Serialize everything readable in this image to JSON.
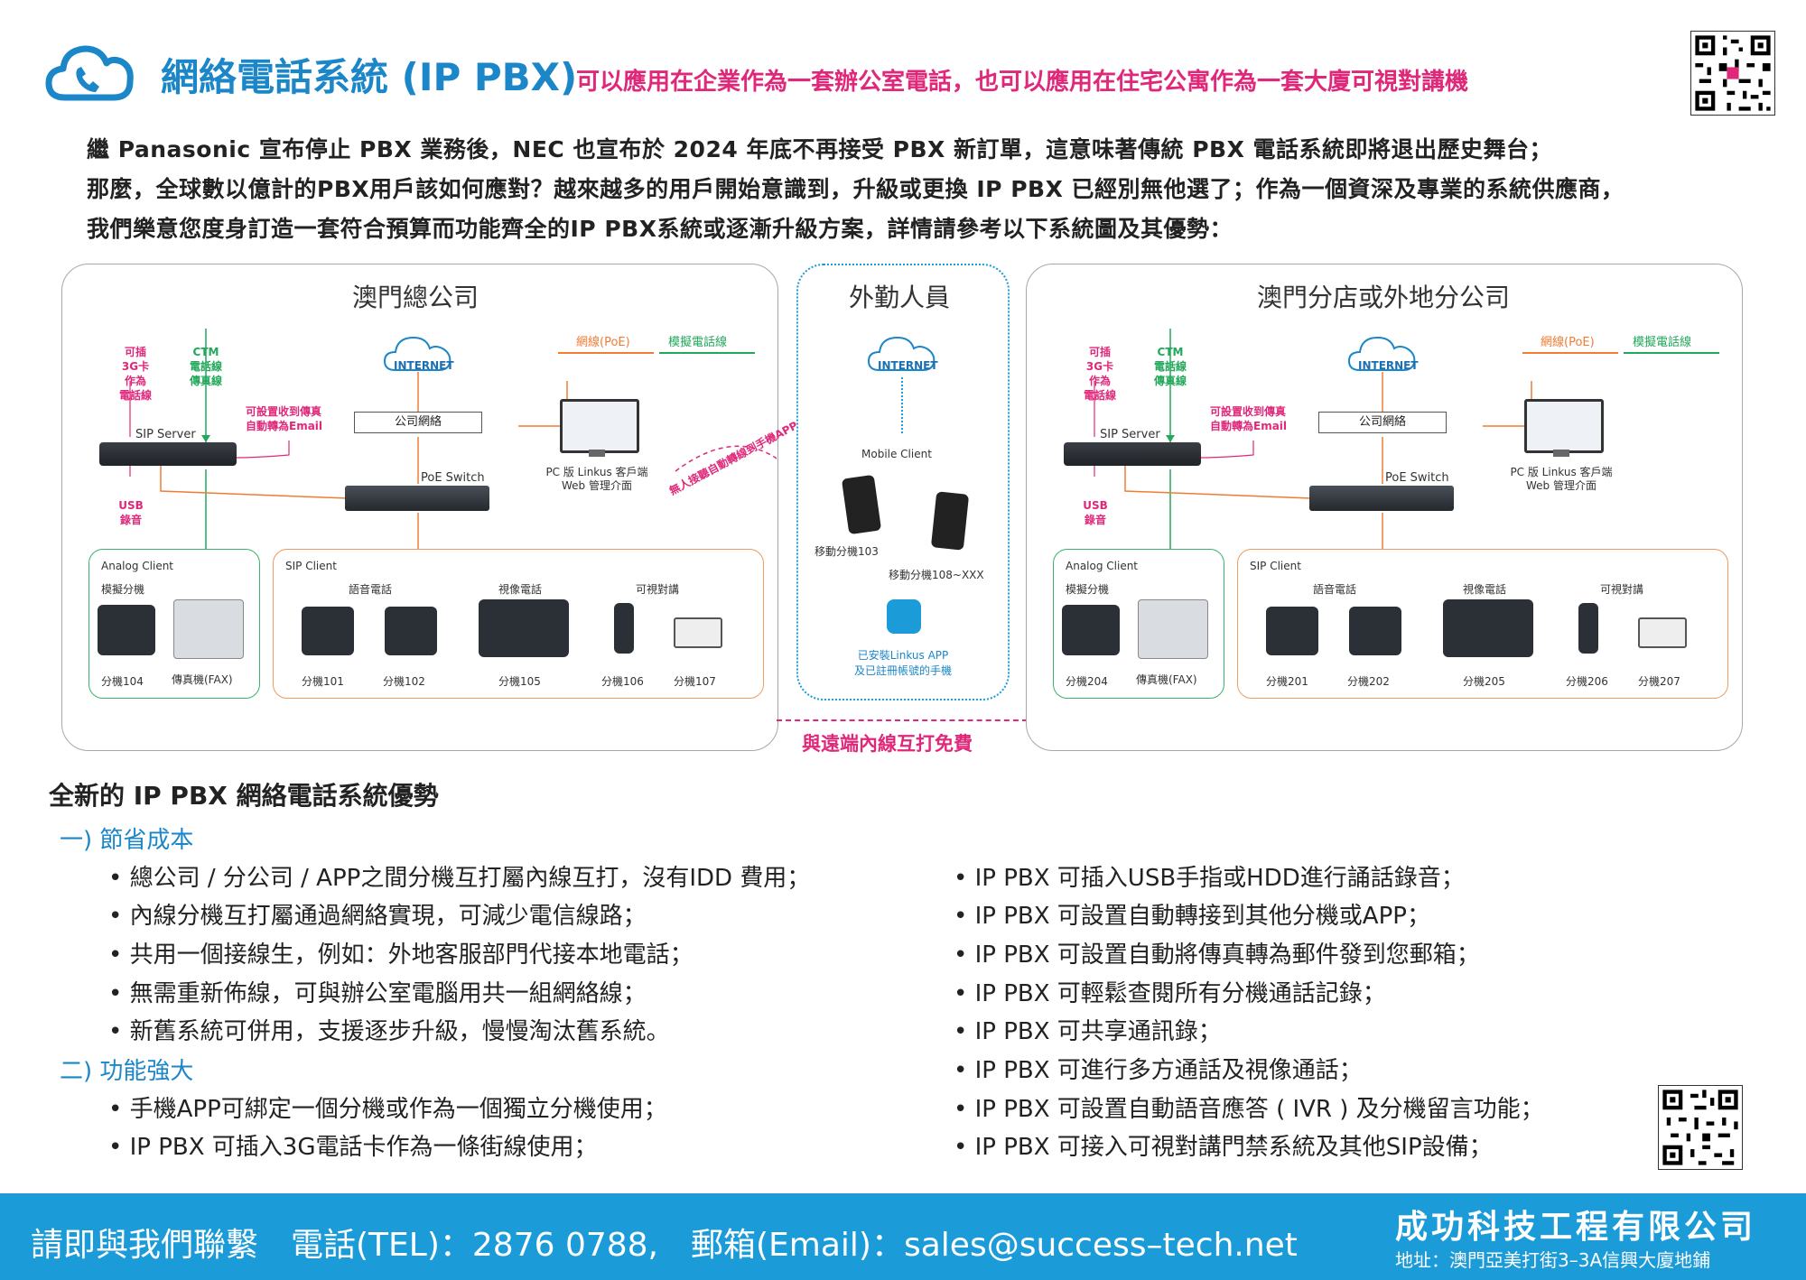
{
  "header": {
    "title": "網絡電話系統 (IP PBX)",
    "subtitle": "可以應用在企業作為一套辦公室電話，也可以應用在住宅公寓作為一套大廈可視對講機"
  },
  "intro": [
    "繼 Panasonic 宣布停止 PBX 業務後，NEC 也宣布於 2024 年底不再接受 PBX 新訂單，這意味著傳統 PBX 電話系統即將退出歷史舞台；",
    "那麼，全球數以億計的PBX用戶該如何應對？越來越多的用戶開始意識到，升級或更換 IP PBX 已經別無他選了；作為一個資深及專業的系統供應商，",
    "我們樂意您度身訂造一套符合預算而功能齊全的IP PBX系統或逐漸升級方案，詳情請參考以下系統圖及其優勢："
  ],
  "diagram": {
    "hq": {
      "title": "澳門總公司",
      "legend_poe": "網線(PoE)",
      "legend_analog": "模擬電話線",
      "sim_note": [
        "可插",
        "3G卡",
        "作為",
        "電話線"
      ],
      "ctm_note": [
        "CTM",
        "電話線",
        "傳真線"
      ],
      "fax_note": [
        "可設置收到傳真",
        "自動轉為Email"
      ],
      "sip_server": "SIP Server",
      "usb_note": [
        "USB",
        "錄音"
      ],
      "internet": "INTERNET",
      "company_network": "公司網絡",
      "poe_switch": "PoE Switch",
      "pc_client": [
        "PC 版 Linkus 客戶端",
        "Web 管理介面"
      ],
      "analog_client": "Analog Client",
      "analog_ext_label": "模擬分機",
      "sip_client": "SIP Client",
      "voice_phone": "語音電話",
      "video_phone": "視像電話",
      "intercom": "可視對講",
      "extensions": {
        "analog": "分機104",
        "fax": "傳真機(FAX)",
        "voice1": "分機101",
        "voice2": "分機102",
        "video": "分機105",
        "intercom1": "分機106",
        "intercom2": "分機107"
      },
      "forward_note": "無人接聽自動轉線到手機APP"
    },
    "mobile": {
      "title": "外勤人員",
      "internet": "INTERNET",
      "mobile_client": "Mobile Client",
      "ext1": "移動分機103",
      "ext2": "移動分機108~XXX",
      "app_note": [
        "已安裝Linkus APP",
        "及已註冊帳號的手機"
      ]
    },
    "branch": {
      "title": "澳門分店或外地分公司",
      "legend_poe": "網線(PoE)",
      "legend_analog": "模擬電話線",
      "sim_note": [
        "可插",
        "3G卡",
        "作為",
        "電話線"
      ],
      "ctm_note": [
        "CTM",
        "電話線",
        "傳真線"
      ],
      "fax_note": [
        "可設置收到傳真",
        "自動轉為Email"
      ],
      "sip_server": "SIP Server",
      "usb_note": [
        "USB",
        "錄音"
      ],
      "internet": "INTERNET",
      "company_network": "公司網絡",
      "poe_switch": "PoE Switch",
      "pc_client": [
        "PC 版 Linkus 客戶端",
        "Web 管理介面"
      ],
      "analog_client": "Analog Client",
      "analog_ext_label": "模擬分機",
      "sip_client": "SIP Client",
      "voice_phone": "語音電話",
      "video_phone": "視像電話",
      "intercom": "可視對講",
      "extensions": {
        "analog": "分機204",
        "fax": "傳真機(FAX)",
        "voice1": "分機201",
        "voice2": "分機202",
        "video": "分機205",
        "intercom1": "分機206",
        "intercom2": "分機207"
      }
    },
    "free_call": "與遠端內線互打免費"
  },
  "advantages": {
    "title": "全新的 IP PBX 網絡電話系統優勢",
    "section1": "一) 節省成本",
    "section1_items": [
      "• 總公司 / 分公司 / APP之間分機互打屬內線互打，沒有IDD 費用；",
      "• 內線分機互打屬通過網絡實現，可減少電信線路；",
      "• 共用一個接線生，例如：外地客服部門代接本地電話；",
      "• 無需重新佈線，可與辦公室電腦用共一組網絡線；",
      "• 新舊系統可併用，支援逐步升級，慢慢淘汰舊系統。"
    ],
    "section2": "二) 功能強大",
    "section2_items": [
      "• 手機APP可綁定一個分機或作為一個獨立分機使用；",
      "• IP PBX 可插入3G電話卡作為一條街線使用；"
    ],
    "right_items": [
      "• IP PBX 可插入USB手指或HDD進行誦話錄音；",
      "• IP PBX 可設置自動轉接到其他分機或APP；",
      "• IP PBX 可設置自動將傳真轉為郵件發到您郵箱；",
      "• IP PBX 可輕鬆查閱所有分機通話記錄；",
      "• IP PBX 可共享通訊錄；",
      "• IP PBX 可進行多方通話及視像通話；",
      "• IP PBX 可設置自動語音應答 ( IVR ) 及分機留言功能；",
      "• IP PBX 可接入可視對講門禁系統及其他SIP設備；"
    ]
  },
  "footer": {
    "contact": "請即與我們聯繫　電話(TEL)：2876 0788,　郵箱(Email)：sales@success–tech.net",
    "company": "成功科技工程有限公司",
    "address": "地址：澳門亞美打街3–3A信興大廈地鋪"
  },
  "colors": {
    "brand_blue": "#1b86c8",
    "accent_pink": "#e0287a",
    "poe_orange": "#ef7d35",
    "analog_green": "#22a85a",
    "footer_blue": "#1b9bd8"
  }
}
